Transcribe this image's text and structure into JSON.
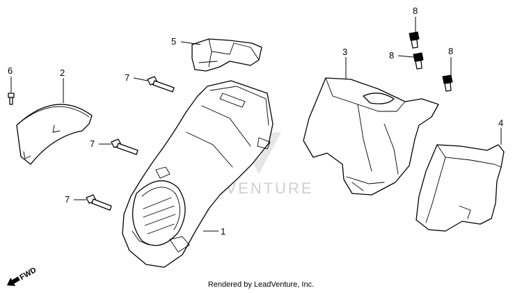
{
  "callouts": {
    "c1": "1",
    "c2": "2",
    "c3": "3",
    "c4": "4",
    "c5": "5",
    "c6": "6",
    "c7a": "7",
    "c7b": "7",
    "c7c": "7",
    "c8a": "8",
    "c8b": "8",
    "c8c": "8"
  },
  "watermark": "LEADVENTURE",
  "direction_label": "FWD",
  "footer": "Rendered by LeadVenture, Inc."
}
